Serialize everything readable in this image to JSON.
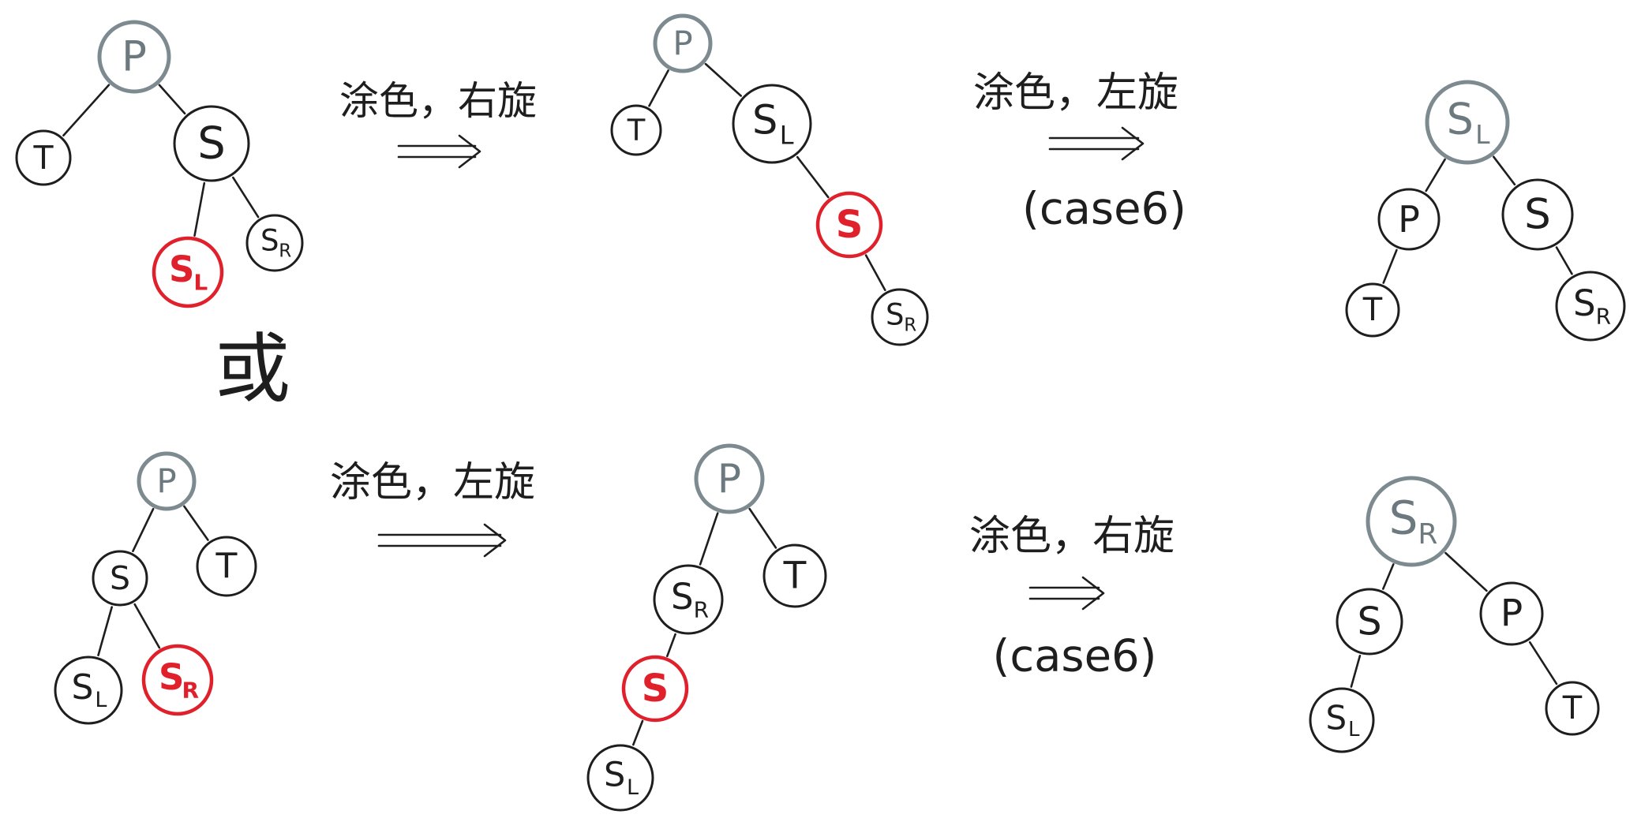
{
  "colors": {
    "black": "#1e1e1e",
    "gray": "#7d8b90",
    "red": "#e0202a"
  },
  "or_label": "或",
  "arrows": [
    {
      "id": "top-1",
      "text": "涂色，右旋",
      "sub": ""
    },
    {
      "id": "top-2",
      "text": "涂色，左旋",
      "sub": "(case6)"
    },
    {
      "id": "bottom-1",
      "text": "涂色，左旋",
      "sub": ""
    },
    {
      "id": "bottom-2",
      "text": "涂色，右旋",
      "sub": "(case6)"
    }
  ],
  "trees": [
    {
      "id": "top-initial",
      "nodes": [
        {
          "id": "P",
          "label": "P",
          "sub": "",
          "color": "gray"
        },
        {
          "id": "T",
          "label": "T",
          "sub": "",
          "color": "black"
        },
        {
          "id": "S",
          "label": "S",
          "sub": "",
          "color": "black"
        },
        {
          "id": "SL",
          "label": "S",
          "sub": "L",
          "color": "red"
        },
        {
          "id": "SR",
          "label": "S",
          "sub": "R",
          "color": "black"
        }
      ],
      "edges": [
        [
          "P",
          "T"
        ],
        [
          "P",
          "S"
        ],
        [
          "S",
          "SL"
        ],
        [
          "S",
          "SR"
        ]
      ]
    },
    {
      "id": "top-middle",
      "nodes": [
        {
          "id": "P",
          "label": "P",
          "sub": "",
          "color": "gray"
        },
        {
          "id": "T",
          "label": "T",
          "sub": "",
          "color": "black"
        },
        {
          "id": "SL",
          "label": "S",
          "sub": "L",
          "color": "black"
        },
        {
          "id": "S",
          "label": "S",
          "sub": "",
          "color": "red"
        },
        {
          "id": "SR",
          "label": "S",
          "sub": "R",
          "color": "black"
        }
      ],
      "edges": [
        [
          "P",
          "T"
        ],
        [
          "P",
          "SL"
        ],
        [
          "SL",
          "S"
        ],
        [
          "S",
          "SR"
        ]
      ]
    },
    {
      "id": "top-final",
      "nodes": [
        {
          "id": "SL",
          "label": "S",
          "sub": "L",
          "color": "gray"
        },
        {
          "id": "P",
          "label": "P",
          "sub": "",
          "color": "black"
        },
        {
          "id": "S",
          "label": "S",
          "sub": "",
          "color": "black"
        },
        {
          "id": "T",
          "label": "T",
          "sub": "",
          "color": "black"
        },
        {
          "id": "SR",
          "label": "S",
          "sub": "R",
          "color": "black"
        }
      ],
      "edges": [
        [
          "SL",
          "P"
        ],
        [
          "SL",
          "S"
        ],
        [
          "P",
          "T"
        ],
        [
          "S",
          "SR"
        ]
      ]
    },
    {
      "id": "bottom-initial",
      "nodes": [
        {
          "id": "P",
          "label": "P",
          "sub": "",
          "color": "gray"
        },
        {
          "id": "S",
          "label": "S",
          "sub": "",
          "color": "black"
        },
        {
          "id": "T",
          "label": "T",
          "sub": "",
          "color": "black"
        },
        {
          "id": "SL",
          "label": "S",
          "sub": "L",
          "color": "black"
        },
        {
          "id": "SR",
          "label": "S",
          "sub": "R",
          "color": "red"
        }
      ],
      "edges": [
        [
          "P",
          "S"
        ],
        [
          "P",
          "T"
        ],
        [
          "S",
          "SL"
        ],
        [
          "S",
          "SR"
        ]
      ]
    },
    {
      "id": "bottom-middle",
      "nodes": [
        {
          "id": "P",
          "label": "P",
          "sub": "",
          "color": "gray"
        },
        {
          "id": "SR",
          "label": "S",
          "sub": "R",
          "color": "black"
        },
        {
          "id": "T",
          "label": "T",
          "sub": "",
          "color": "black"
        },
        {
          "id": "S",
          "label": "S",
          "sub": "",
          "color": "red"
        },
        {
          "id": "SL",
          "label": "S",
          "sub": "L",
          "color": "black"
        }
      ],
      "edges": [
        [
          "P",
          "SR"
        ],
        [
          "P",
          "T"
        ],
        [
          "SR",
          "S"
        ],
        [
          "S",
          "SL"
        ]
      ]
    },
    {
      "id": "bottom-final",
      "nodes": [
        {
          "id": "SR",
          "label": "S",
          "sub": "R",
          "color": "gray"
        },
        {
          "id": "S",
          "label": "S",
          "sub": "",
          "color": "black"
        },
        {
          "id": "P",
          "label": "P",
          "sub": "",
          "color": "black"
        },
        {
          "id": "SL",
          "label": "S",
          "sub": "L",
          "color": "black"
        },
        {
          "id": "T",
          "label": "T",
          "sub": "",
          "color": "black"
        }
      ],
      "edges": [
        [
          "SR",
          "S"
        ],
        [
          "SR",
          "P"
        ],
        [
          "S",
          "SL"
        ],
        [
          "P",
          "T"
        ]
      ]
    }
  ]
}
